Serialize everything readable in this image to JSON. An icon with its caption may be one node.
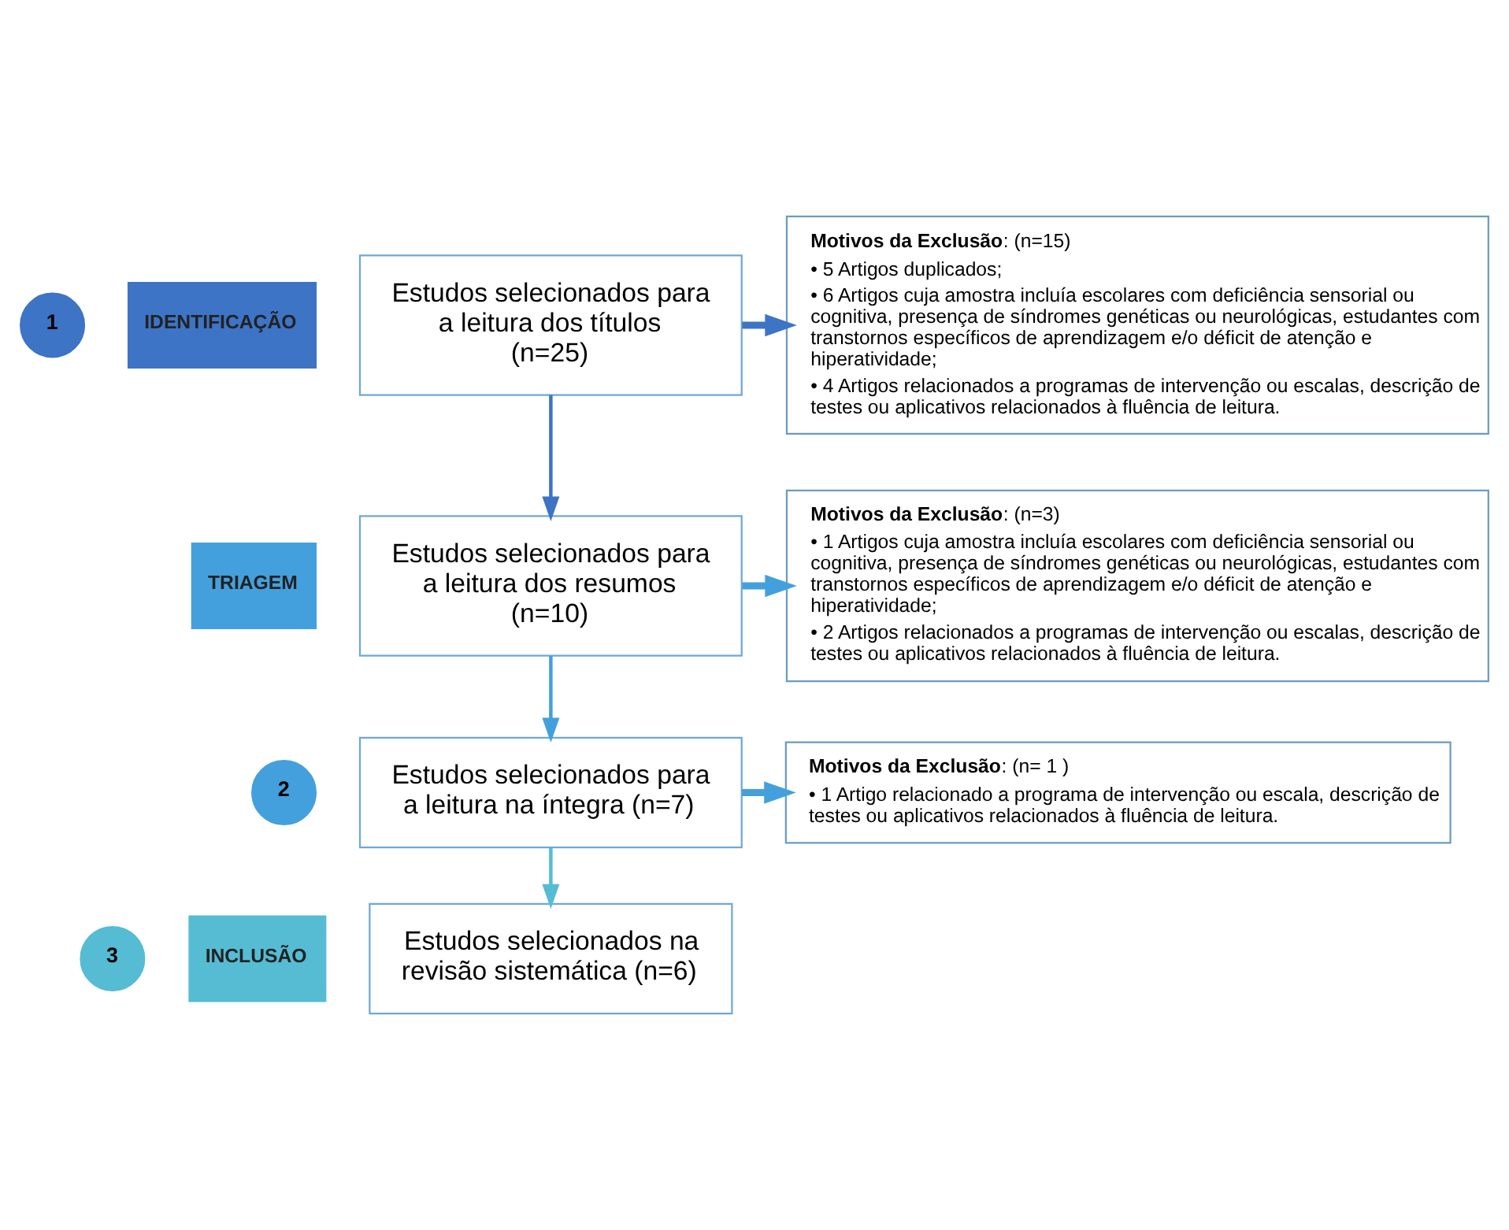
{
  "diagram": {
    "nodes": [
      {
        "text": [
          "1"
        ]
      },
      {
        "text": [
          "IDENTIFICAÇÃO"
        ]
      },
      {
        "text": [
          "Estudos selecionados para a leitura dos títulos (n=25)"
        ]
      },
      {
        "text": [
          "**Motivos da Exclusão**: (n=15)",
          "• 5 Artigos duplicados;",
          "• 6 Artigos cuja amostra incluía escolares com deficiência sensorial ou cognitiva, presença de síndromes genéticas ou neurológicas, estudantes com transtornos específicos de aprendizagem e/o déficit de atenção e hiperatividade;",
          "• 4 Artigos relacionados a programas de intervenção ou escalas, descrição de testes ou aplicativos relacionados à fluência de leitura."
        ]
      },
      {
        "text": [
          "TRIAGEM"
        ]
      },
      {
        "text": [
          "Estudos selecionados para a leitura dos resumos (n=10)"
        ]
      },
      {
        "text": [
          "**Motivos da Exclusão**: (n=3)",
          "• 1 Artigos cuja amostra incluía escolares com deficiência sensorial ou cognitiva, presença de síndromes genéticas ou neurológicas, estudantes com transtornos específicos de aprendizagem e/o déficit de atenção e hiperatividade;",
          "• 2 Artigos relacionados a programas de intervenção ou escalas, descrição de testes ou aplicativos relacionados à fluência de leitura."
        ]
      },
      {
        "text": [
          "2"
        ]
      },
      {
        "text": [
          "Estudos selecionados para a leitura na íntegra (n=7)"
        ]
      },
      {
        "text": [
          "**Motivos da Exclusão**: (n= 1 )",
          "• 1 Artigo relacionado a programa de intervenção ou escala, descrição de testes ou aplicativos relacionados à fluência de leitura."
        ]
      },
      {
        "text": [
          "3"
        ]
      },
      {
        "text": [
          "INCLUSÃO"
        ]
      },
      {
        "text": [
          "Estudos selecionados na revisão sistemática (n=6)"
        ]
      }
    ],
    "edges": [
      {
        "from": 2,
        "to": 3,
        "arrow": "to",
        "style": "thick",
        "color": "#3d74c6"
      },
      {
        "from": 2,
        "to": 5,
        "arrow": "to",
        "color": "#3d74c6"
      },
      {
        "from": 5,
        "to": 6,
        "arrow": "to",
        "style": "thick"
      },
      {
        "from": 5,
        "to": 8,
        "arrow": "to"
      },
      {
        "from": 8,
        "to": 9,
        "arrow": "to",
        "style": "thick"
      },
      {
        "from": 8,
        "to": 12,
        "arrow": "to",
        "color": "#55bcd4"
      }
    ]
  }
}
